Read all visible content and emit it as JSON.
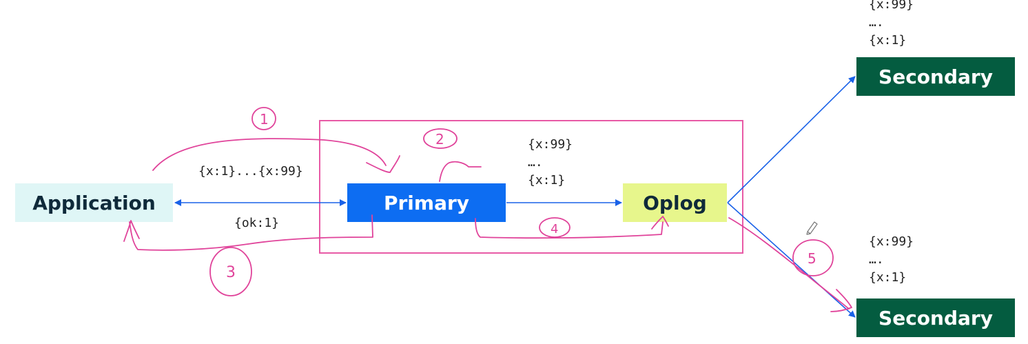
{
  "nodes": {
    "application": "Application",
    "primary": "Primary",
    "oplog": "Oplog",
    "secondary_top": "Secondary",
    "secondary_bottom": "Secondary"
  },
  "labels": {
    "request": "{x:1}...{x:99}",
    "ack": "{ok:1}"
  },
  "docs": {
    "middle": [
      "{x:99}",
      "….",
      "{x:1}"
    ],
    "secondary_top": [
      "{x:99}",
      "….",
      "{x:1}"
    ],
    "secondary_bottom": [
      "{x:99}",
      "….",
      "{x:1}"
    ]
  },
  "annotations": {
    "step_1": "1",
    "step_2": "2",
    "step_3": "3",
    "step_4": "4",
    "step_5": "5"
  },
  "colors": {
    "arrow": "#1a62e8",
    "annotation": "#e0439a",
    "application_bg": "#dff6f6",
    "primary_bg": "#0d6df2",
    "oplog_bg": "#e7f68c",
    "secondary_bg": "#045c40"
  }
}
